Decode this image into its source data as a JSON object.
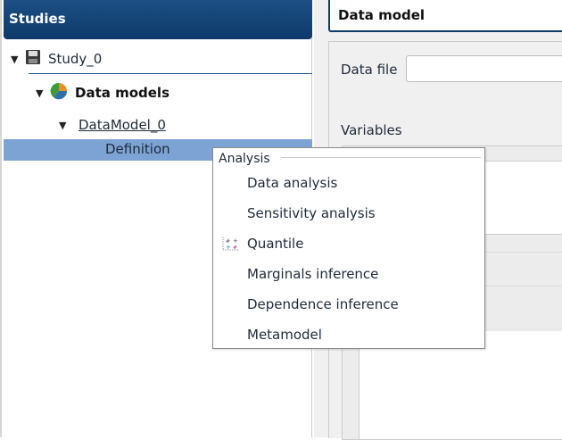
{
  "studies_panel": {
    "title": "Studies",
    "tree": {
      "study": {
        "label": "Study_0",
        "icon": "save-icon",
        "expanded": true
      },
      "data_models": {
        "label": "Data models",
        "icon": "pie-chart-icon",
        "expanded": true
      },
      "data_model": {
        "label": "DataModel_0",
        "expanded": true
      },
      "definition": {
        "label": "Definition",
        "selected": true
      }
    }
  },
  "right_panel": {
    "title": "Data model",
    "data_file_label": "Data file",
    "data_file_value": "",
    "variables_label": "Variables"
  },
  "context_menu": {
    "section": "Analysis",
    "items": [
      {
        "label": "Data analysis"
      },
      {
        "label": "Sensitivity analysis"
      },
      {
        "label": "Quantile",
        "icon": "quantile-icon"
      },
      {
        "label": "Marginals inference"
      },
      {
        "label": "Dependence inference"
      },
      {
        "label": "Metamodel"
      }
    ]
  },
  "colors": {
    "header_blue": "#0e3a6a",
    "selection": "#7da3d4"
  }
}
